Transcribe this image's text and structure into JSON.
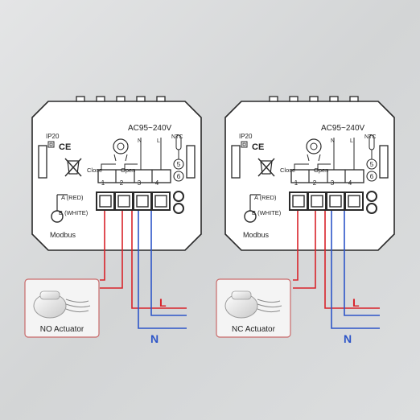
{
  "title": "GA",
  "panels": [
    {
      "voltage": "AC95~240V",
      "n_label": "N",
      "l_label": "L",
      "ntc_label": "NTC",
      "ip_label": "IP20",
      "ce_label": "CE",
      "close_label": "Close",
      "open_label": "Open",
      "terminals_top": [
        "1",
        "2",
        "3",
        "4"
      ],
      "ntc_terminals": [
        "5",
        "6"
      ],
      "a_label": "A (RED)",
      "b_label": "B (WHITE)",
      "modbus_label": "Modbus",
      "actuator_label": "NO Actuator",
      "line_label": "L",
      "neutral_label": "N"
    },
    {
      "voltage": "AC95~240V",
      "n_label": "N",
      "l_label": "L",
      "ntc_label": "NTC",
      "ip_label": "IP20",
      "ce_label": "CE",
      "close_label": "Close",
      "open_label": "Open",
      "terminals_top": [
        "1",
        "2",
        "3",
        "4"
      ],
      "ntc_terminals": [
        "5",
        "6"
      ],
      "a_label": "A (RED)",
      "b_label": "B (WHITE)",
      "modbus_label": "Modbus",
      "actuator_label": "NC Actuator",
      "line_label": "L",
      "neutral_label": "N"
    }
  ],
  "colors": {
    "background": "#d9dbdc",
    "panel": "#ffffff",
    "wire_red": "#d8232a",
    "wire_blue": "#2d55c8",
    "callout_border": "#c96a6a"
  }
}
